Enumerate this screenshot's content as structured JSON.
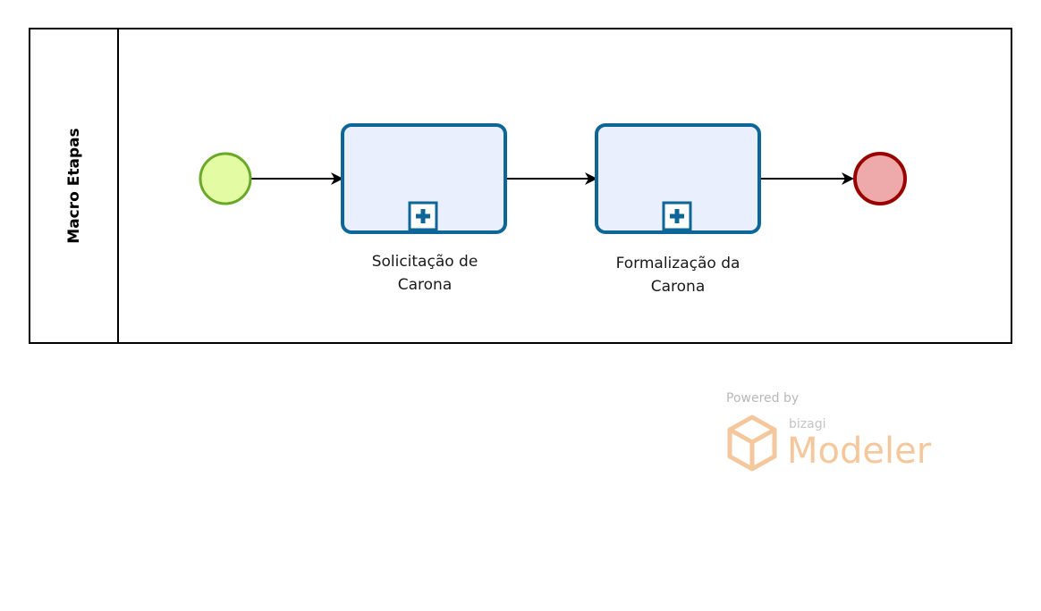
{
  "pool": {
    "lane_label": "Macro Etapas"
  },
  "start_event": {
    "fill": "#e3fca4",
    "stroke": "#6aa82a"
  },
  "end_event": {
    "fill": "#eeaaaa",
    "stroke": "#990000"
  },
  "tasks": [
    {
      "label_line1": "Solicitação de",
      "label_line2": "Carona",
      "marker": "collapsed-subprocess-plus-icon"
    },
    {
      "label_line1": "Formalização da",
      "label_line2": "Carona",
      "marker": "collapsed-subprocess-plus-icon"
    }
  ],
  "task_style": {
    "fill": "#eaeffd",
    "stroke": "#0e6597"
  },
  "watermark": {
    "powered_by": "Powered by",
    "brand_small": "bizagi",
    "brand_big": "Modeler",
    "color": "#f5c79c"
  }
}
